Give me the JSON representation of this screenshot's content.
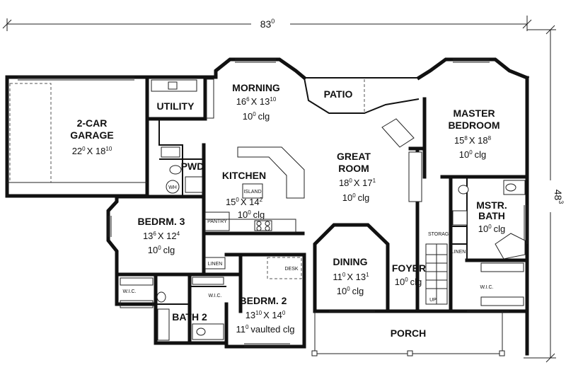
{
  "dimensions": {
    "width": "83",
    "width_sup": "0",
    "depth": "48",
    "depth_sup": "3"
  },
  "rooms": {
    "garage": {
      "name1": "2-CAR",
      "name2": "GARAGE",
      "size": "22",
      "size_sup": "0",
      "size_x": "X 18",
      "size_sup2": "10"
    },
    "utility": {
      "name": "UTILITY"
    },
    "morning": {
      "name": "MORNING",
      "size": "16",
      "size_sup": "6",
      "size_x": "X 13",
      "size_sup2": "10",
      "clg": "10",
      "clg_sup": "0",
      "clg_label": "clg"
    },
    "patio": {
      "name": "PATIO"
    },
    "master": {
      "name1": "MASTER",
      "name2": "BEDROOM",
      "size": "15",
      "size_sup": "8",
      "size_x": "X 18",
      "size_sup2": "8",
      "clg": "10",
      "clg_sup": "0",
      "clg_label": "clg"
    },
    "pwd": {
      "name": "PWD"
    },
    "wh": {
      "name": "WH"
    },
    "kitchen": {
      "name": "KITCHEN",
      "island": "ISLAND",
      "pantry": "PANTRY",
      "size": "15",
      "size_sup": "0",
      "size_x": "X 14",
      "size_sup2": "2",
      "clg": "10",
      "clg_sup": "0",
      "clg_label": "clg"
    },
    "great": {
      "name1": "GREAT",
      "name2": "ROOM",
      "size": "18",
      "size_sup": "0",
      "size_x": "X 17",
      "size_sup2": "1",
      "clg": "10",
      "clg_sup": "0",
      "clg_label": "clg"
    },
    "bed3": {
      "name": "BEDRM. 3",
      "size": "13",
      "size_sup": "6",
      "size_x": "X 12",
      "size_sup2": "4",
      "clg": "10",
      "clg_sup": "0",
      "clg_label": "clg"
    },
    "mbath": {
      "name1": "MSTR.",
      "name2": "BATH",
      "clg": "10",
      "clg_sup": "0",
      "clg_label": "clg"
    },
    "storage": {
      "name": "STORAGE"
    },
    "linen_master": {
      "name": "LINEN"
    },
    "linen_hall": {
      "name": "LINEN"
    },
    "dining": {
      "name": "DINING",
      "size": "11",
      "size_sup": "0",
      "size_x": "X 13",
      "size_sup2": "1",
      "clg": "10",
      "clg_sup": "0",
      "clg_label": "clg"
    },
    "foyer": {
      "name": "FOYER",
      "clg": "10",
      "clg_sup": "0",
      "clg_label": "clg",
      "up": "UP"
    },
    "bed2": {
      "name": "BEDRM. 2",
      "desk": "DESK",
      "size": "13",
      "size_sup": "10",
      "size_x": "X 14",
      "size_sup2": "0",
      "clg": "11",
      "clg_sup": "0",
      "clg_label": "vaulted clg"
    },
    "wic_left": {
      "name": "W.I.C."
    },
    "wic_mid": {
      "name": "W.I.C."
    },
    "wic_master": {
      "name": "W.I.C."
    },
    "bath2": {
      "name": "BATH 2"
    },
    "porch": {
      "name": "PORCH"
    }
  }
}
